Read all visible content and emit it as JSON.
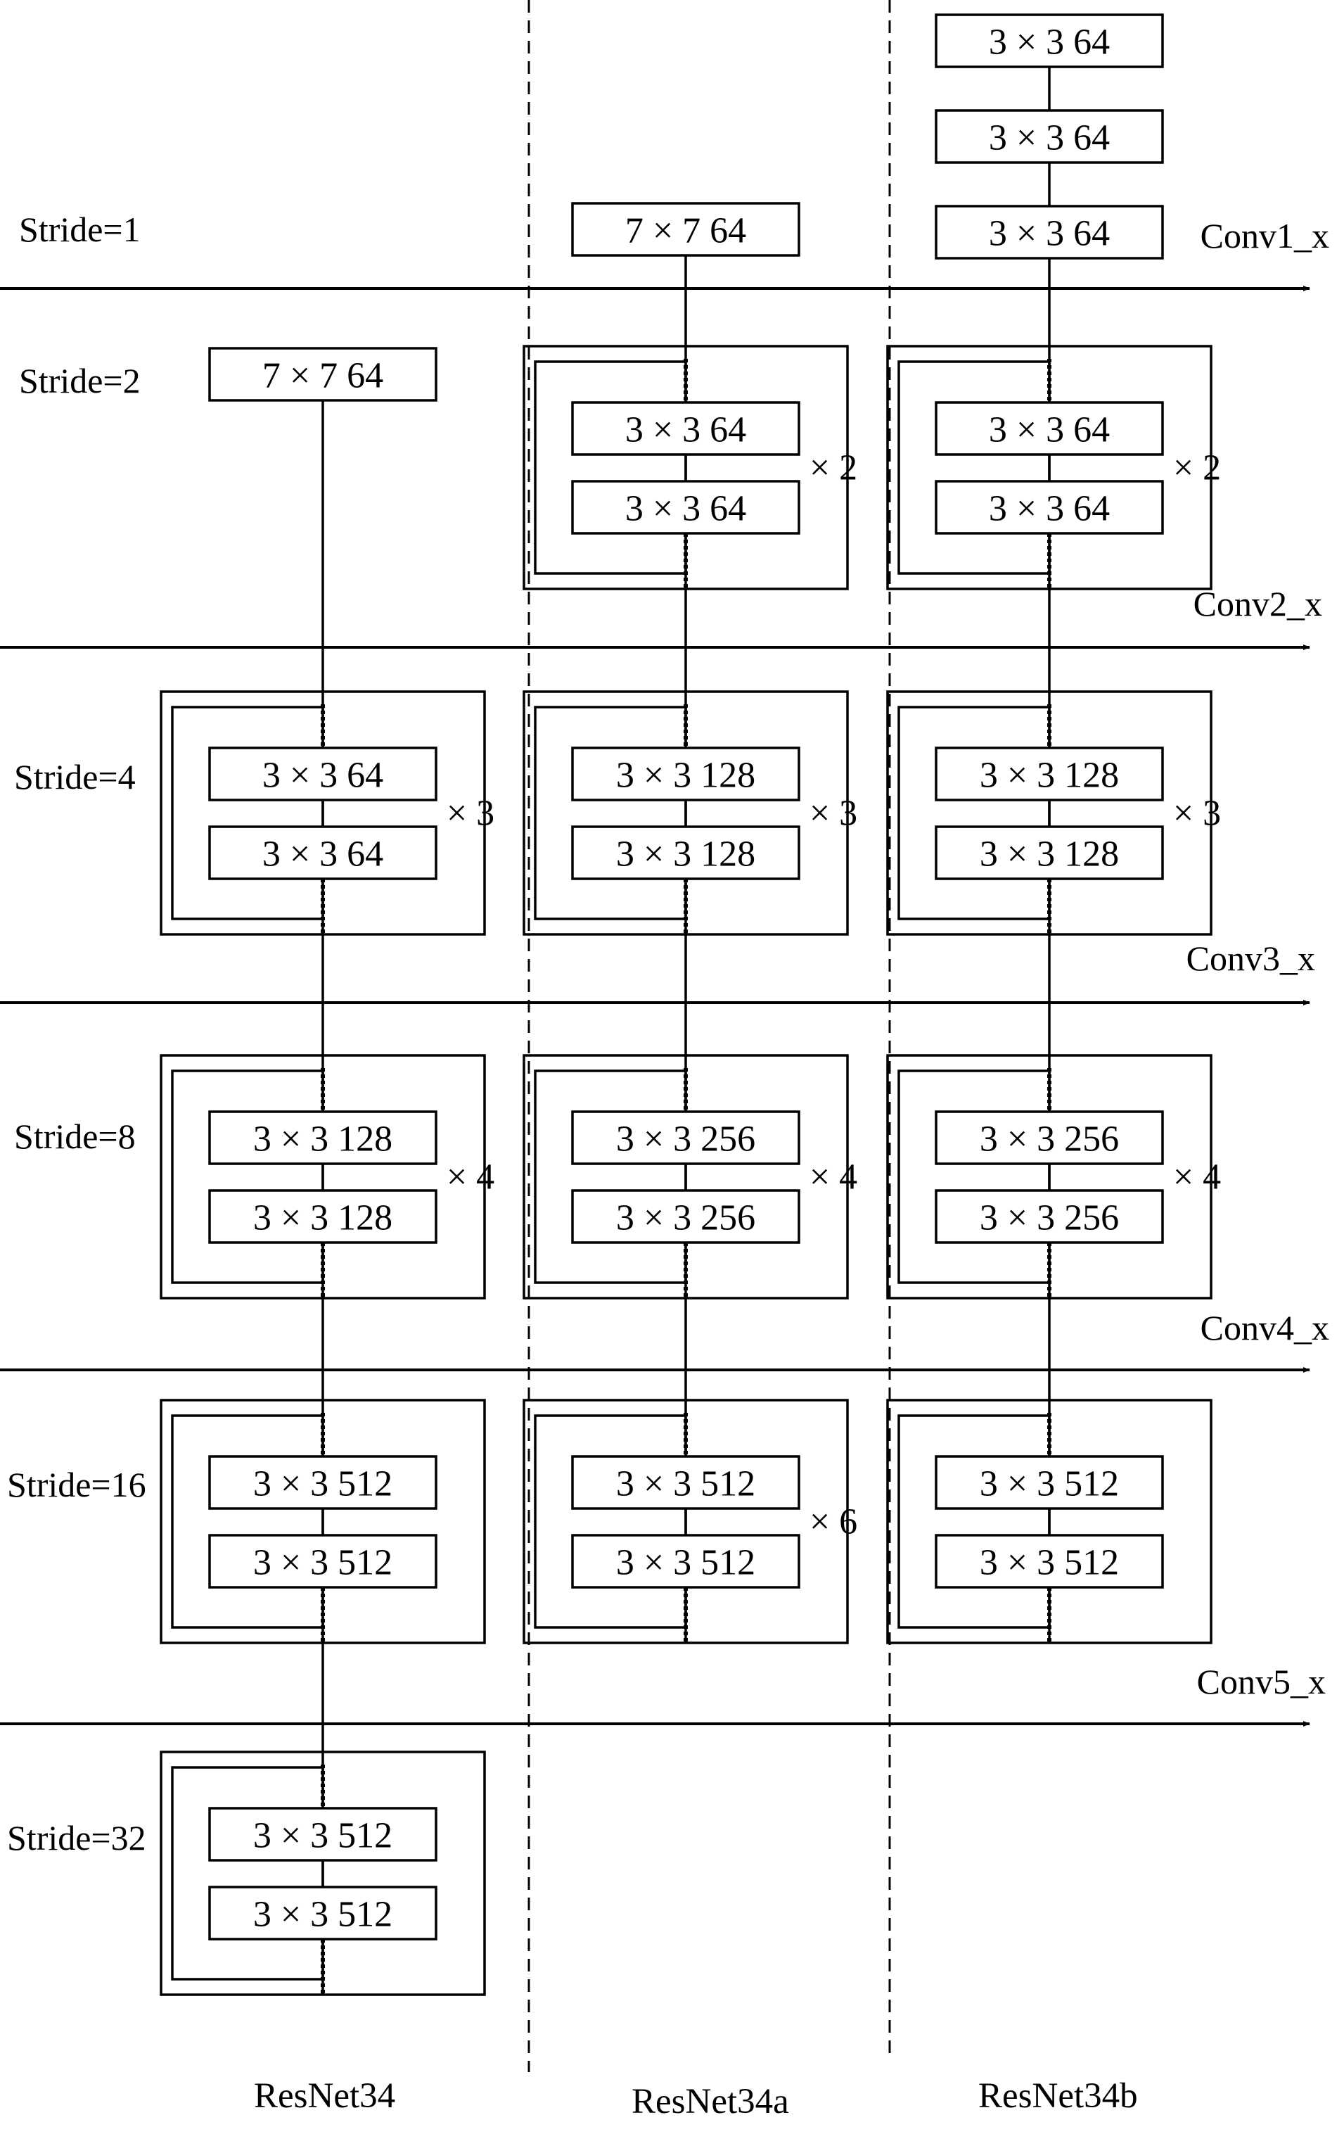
{
  "stride_labels": [
    "Stride=1",
    "Stride=2",
    "Stride=4",
    "Stride=8",
    "Stride=16",
    "Stride=32"
  ],
  "stage_labels": [
    "Conv1_x",
    "Conv2_x",
    "Conv3_x",
    "Conv4_x",
    "Conv5_x"
  ],
  "columns": [
    {
      "name": "ResNet34",
      "stem": [
        "7 × 7 64"
      ],
      "stages": [
        {
          "layers": [
            "3 × 3 64",
            "3 × 3 64"
          ],
          "repeat": "× 3"
        },
        {
          "layers": [
            "3 × 3 128",
            "3 × 3 128"
          ],
          "repeat": "× 4"
        },
        {
          "layers": [
            "3 × 3 512",
            "3 × 3 512"
          ],
          "repeat": ""
        },
        {
          "layers": [
            "3 × 3 512",
            "3 × 3 512"
          ],
          "repeat": ""
        }
      ]
    },
    {
      "name": "ResNet34a",
      "stem": [
        "7 × 7 64"
      ],
      "stages": [
        {
          "layers": [
            "3 × 3 64",
            "3 × 3 64"
          ],
          "repeat": "× 2"
        },
        {
          "layers": [
            "3 × 3 128",
            "3 × 3 128"
          ],
          "repeat": "× 3"
        },
        {
          "layers": [
            "3 × 3 256",
            "3 × 3 256"
          ],
          "repeat": "× 4"
        },
        {
          "layers": [
            "3 × 3 512",
            "3 × 3 512"
          ],
          "repeat": "× 6"
        }
      ]
    },
    {
      "name": "ResNet34b",
      "stem": [
        "3 × 3 64",
        "3 × 3 64",
        "3 × 3 64"
      ],
      "stages": [
        {
          "layers": [
            "3 × 3 64",
            "3 × 3 64"
          ],
          "repeat": "× 2"
        },
        {
          "layers": [
            "3 × 3 128",
            "3 × 3 128"
          ],
          "repeat": "× 3"
        },
        {
          "layers": [
            "3 × 3 256",
            "3 × 3 256"
          ],
          "repeat": "× 4"
        },
        {
          "layers": [
            "3 × 3 512",
            "3 × 3 512"
          ],
          "repeat": ""
        }
      ]
    }
  ]
}
